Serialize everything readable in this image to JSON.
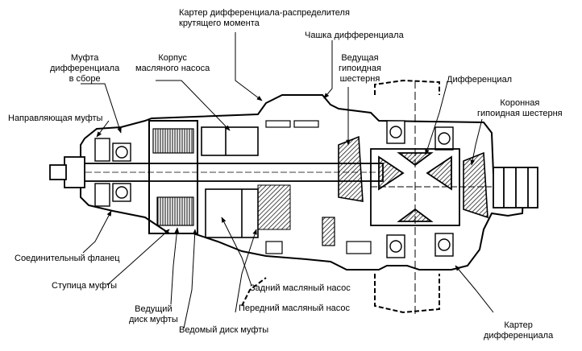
{
  "labels": {
    "transfer_case": "Картер дифференциала-распределителя\nкрутящего момента",
    "diff_cup": "Чашка дифференциала",
    "clutch_assembly": "Муфта\nдифференциала\nв сборе",
    "oil_pump_body": "Корпус\nмасляного насоса",
    "drive_pinion": "Ведущая\nгипоидная\nшестерня",
    "differential": "Дифференциал",
    "ring_gear": "Коронная\nгипоидная шестерня",
    "clutch_guide": "Направляющая муфты",
    "flange": "Соединительный фланец",
    "clutch_hub": "Ступица муфты",
    "rear_pump": "Задний масляный насос",
    "drive_disc": "Ведущий\nдиск муфты",
    "front_pump": "Передний масляный насос",
    "driven_disc": "Ведомый диск муфты",
    "diff_housing": "Картер\nдифференциала"
  }
}
